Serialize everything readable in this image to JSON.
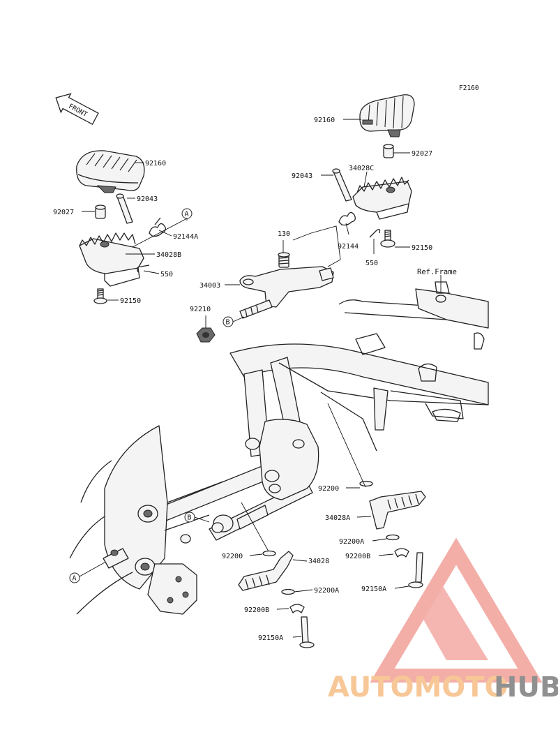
{
  "figure_code": "F2160",
  "front_arrow_label": "FRONT",
  "ref_frame_label": "Ref.Frame",
  "callouts": [
    "A",
    "B"
  ],
  "part_labels": {
    "p92160_left": "92160",
    "p92043_left": "92043",
    "p92027_left": "92027",
    "p92144A": "92144A",
    "p34028B": "34028B",
    "p550_left": "550",
    "p92150_left": "92150",
    "p92160_right": "92160",
    "p92027_right": "92027",
    "p92043_right": "92043",
    "p34028C": "34028C",
    "p92144": "92144",
    "p92150_right": "92150",
    "p550_right": "550",
    "p130": "130",
    "p34003": "34003",
    "p92210": "92210",
    "p92200_upper": "92200",
    "p34028A": "34028A",
    "p92200A_upper": "92200A",
    "p92200B_upper": "92200B",
    "p92150A_upper": "92150A",
    "p92200_lower": "92200",
    "p34028": "34028",
    "p92200A_lower": "92200A",
    "p92200B_lower": "92200B",
    "p92150A_lower": "92150A"
  },
  "watermark": {
    "part1": "AUTOMOTO",
    "part2": "HUB",
    "colors": {
      "accent": "#f2a09a",
      "orange": "#f6be86",
      "gray": "#7d7d7d"
    }
  }
}
